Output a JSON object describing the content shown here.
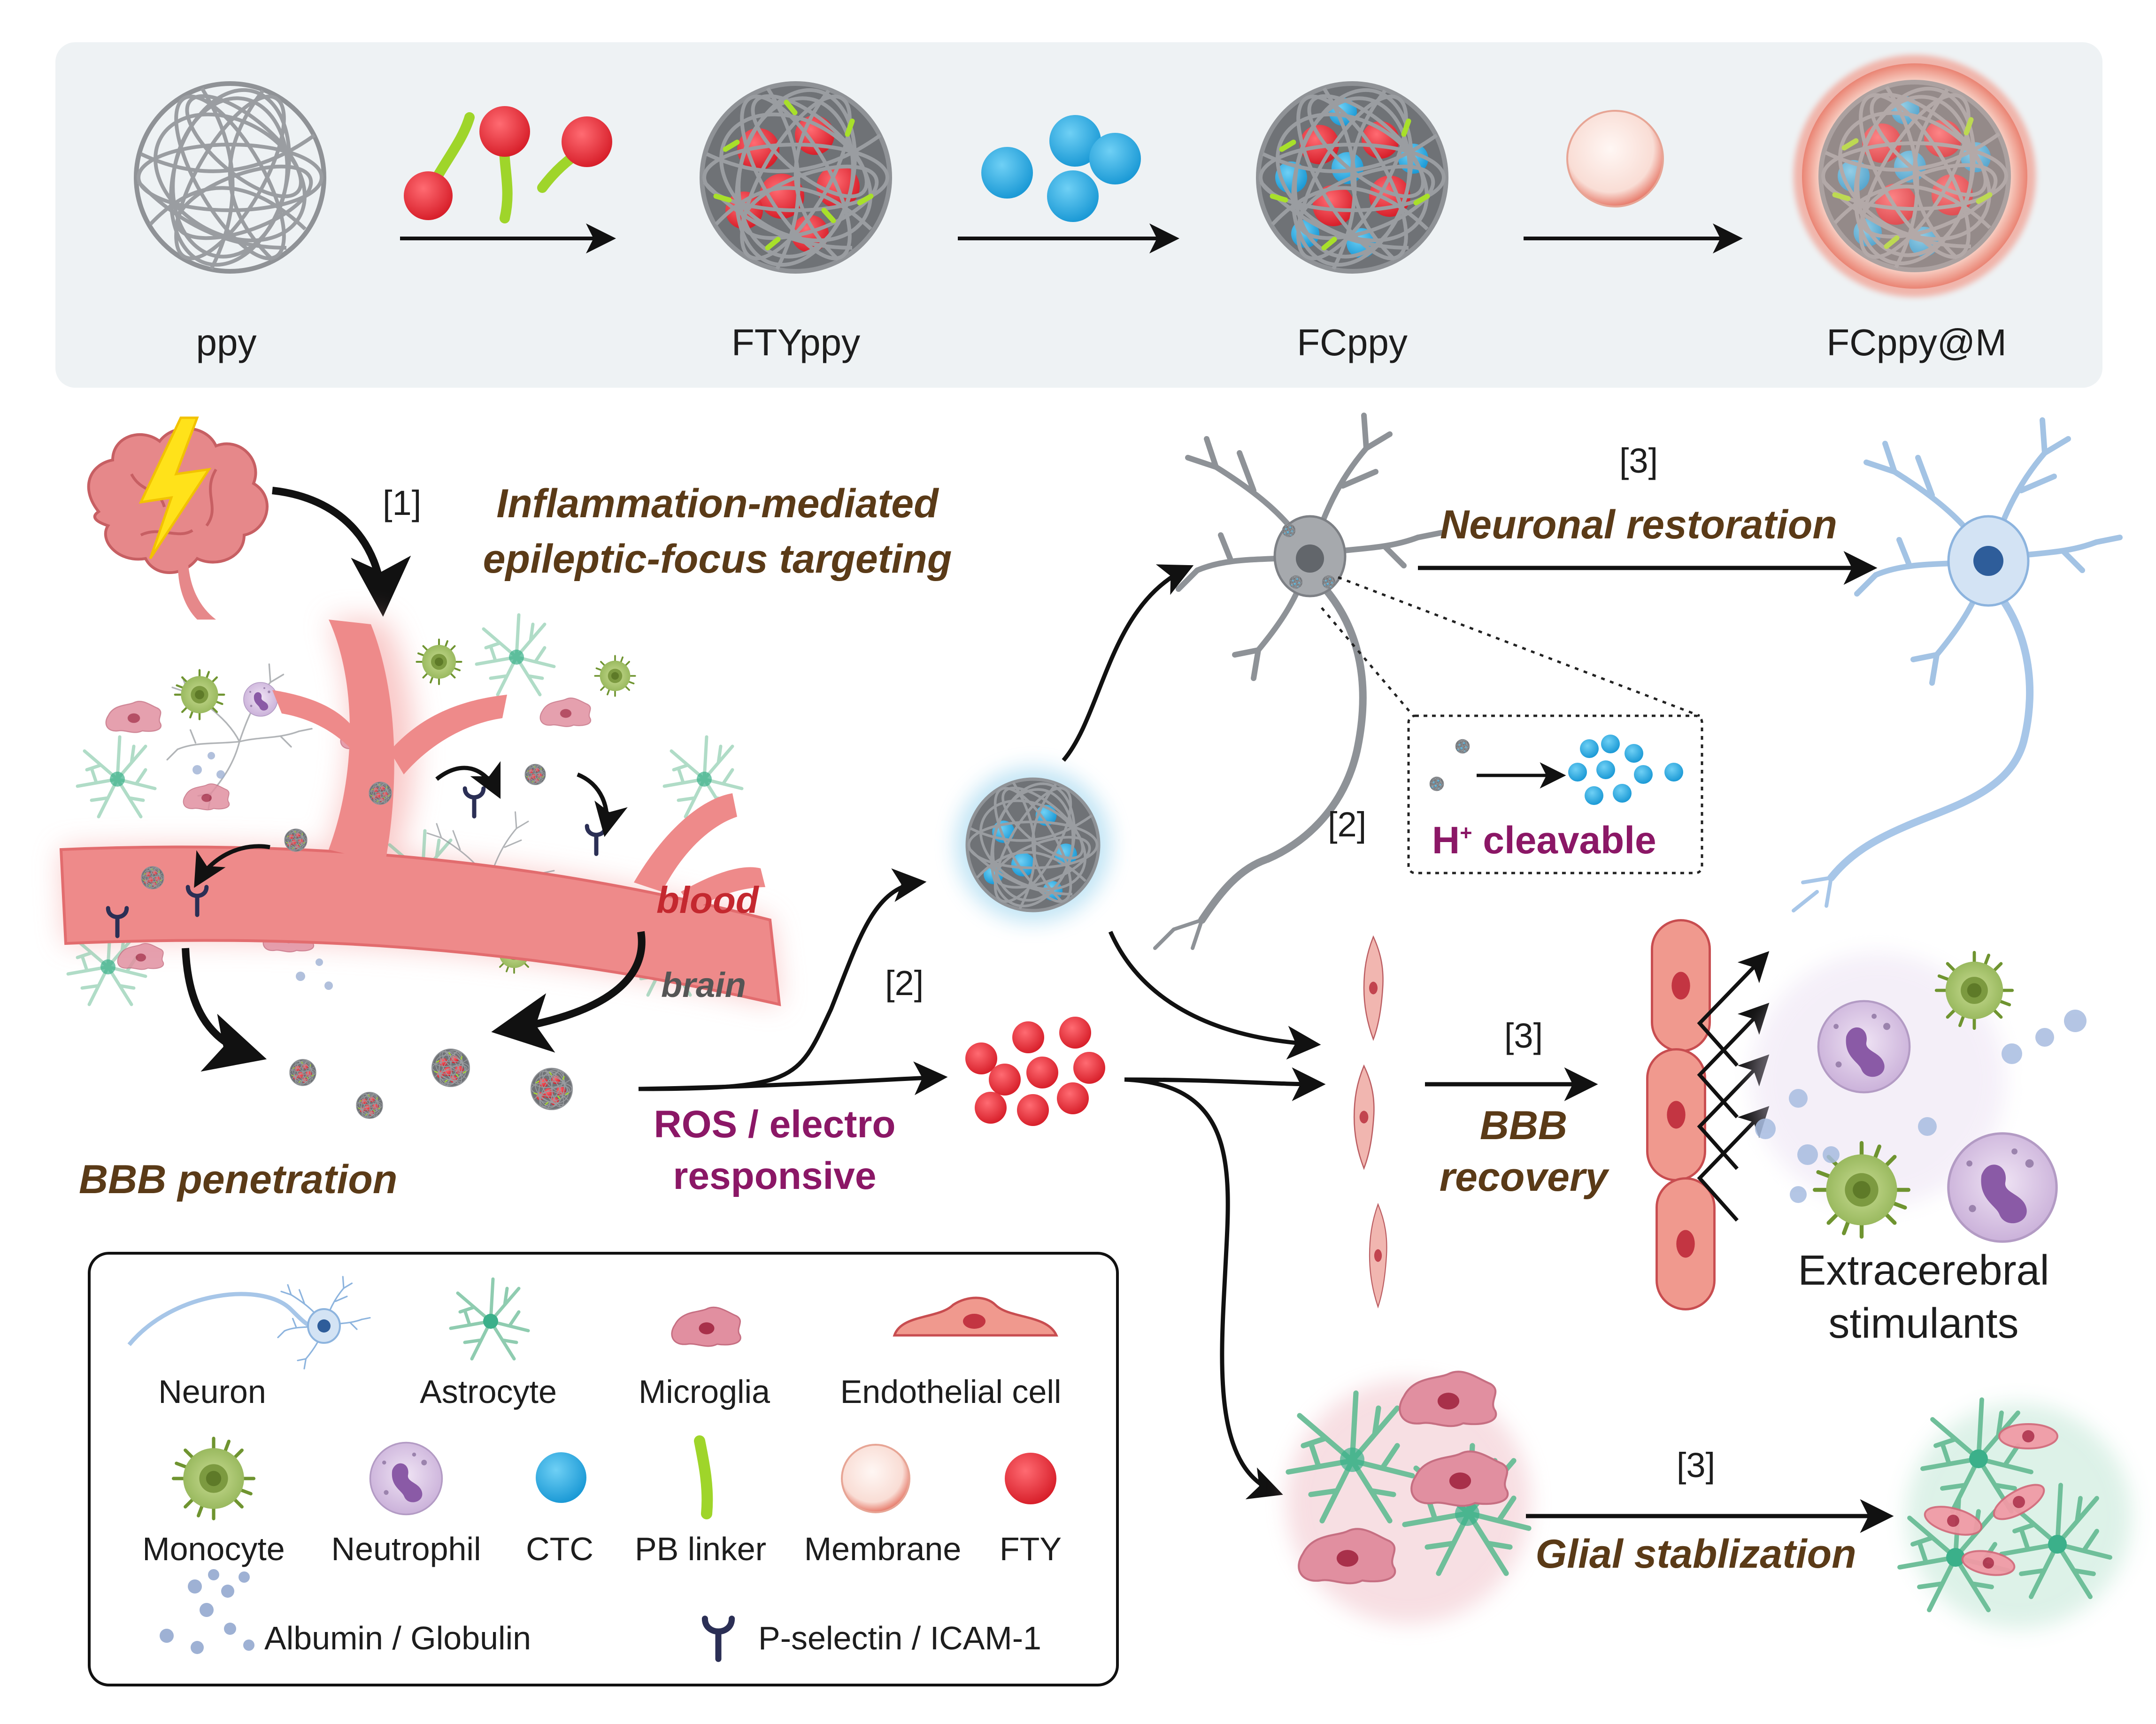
{
  "synthesis": {
    "stages": [
      "ppy",
      "FTYppy",
      "FCppy",
      "FCppy@M"
    ]
  },
  "targeting": {
    "step": "[1]",
    "line1": "Inflammation-mediated",
    "line2": "epileptic-focus targeting",
    "blood_label": "blood",
    "brain_label": "brain",
    "bbb_penetration": "BBB penetration"
  },
  "release": {
    "step_left": "[2]",
    "ros_line1": "ROS / electro",
    "ros_line2": "responsive",
    "step_neuron": "[2]",
    "h_label": "H",
    "h_sup": "+",
    "h_rest": " cleavable"
  },
  "outcomes": {
    "neuron_step": "[3]",
    "neuron_label": "Neuronal restoration",
    "bbb_step": "[3]",
    "bbb_line1": "BBB",
    "bbb_line2": "recovery",
    "ext_line1": "Extracerebral",
    "ext_line2": "stimulants",
    "glial_step": "[3]",
    "glial_label": "Glial stablization"
  },
  "legend": {
    "row1": [
      "Neuron",
      "Astrocyte",
      "Microglia",
      "Endothelial cell"
    ],
    "row2": [
      "Monocyte",
      "Neutrophil",
      "CTC",
      "PB linker",
      "Membrane",
      "FTY"
    ],
    "row3": [
      "Albumin / Globulin",
      "P-selectin / ICAM-1"
    ]
  },
  "colors": {
    "panel_bg": "#eef2f4",
    "ppy_gray": "#8f9296",
    "fty_red": "#e8303a",
    "ctc_blue": "#2aa7e0",
    "linker_green": "#9fd52a",
    "vessel": "#ee8a8a",
    "label_brown": "#5a3a17",
    "label_purple": "#8b1766"
  }
}
